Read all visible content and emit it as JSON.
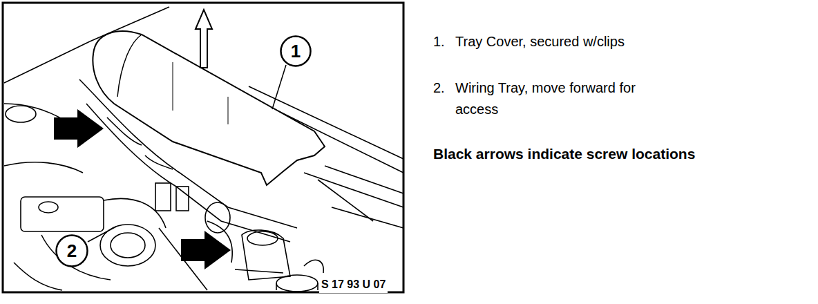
{
  "diagram": {
    "nodes": [
      {
        "text": [
          "1"
        ]
      },
      {
        "text": [
          "2"
        ]
      }
    ],
    "labels": [
      "S 17 93 U 07",
      "1.",
      "Tray Cover, secured w/clips",
      "2.",
      "Wiring Tray, move forward for access",
      "Black arrows indicate screw locations"
    ]
  }
}
